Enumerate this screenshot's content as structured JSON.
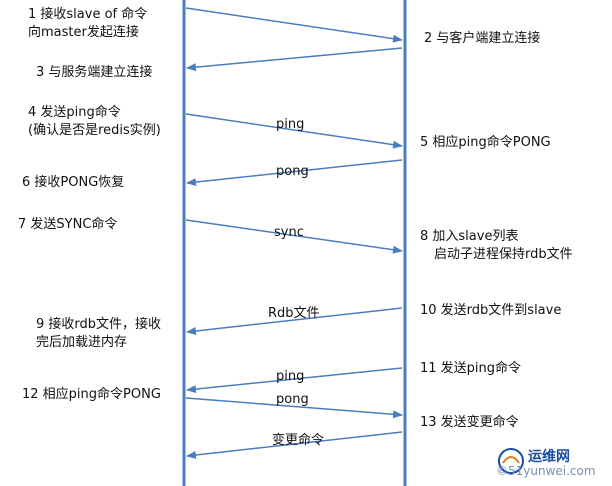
{
  "colors": {
    "lifeline": "#4a7cc0",
    "arrow": "#4a7cc0",
    "text": "#111111",
    "watermark": "#1a4fa0"
  },
  "steps": {
    "s1_line1": "1 接收slave of 命令",
    "s1_line2": "向master发起连接",
    "s2": "2 与客户端建立连接",
    "s3": "3 与服务端建立连接",
    "s4_line1": "4 发送ping命令",
    "s4_line2": "(确认是否是redis实例)",
    "s5": "5 相应ping命令PONG",
    "s6": "6 接收PONG恢复",
    "s7": "7 发送SYNC命令",
    "s8_line1": "8 加入slave列表",
    "s8_line2": "启动子进程保持rdb文件",
    "s9_line1": "9 接收rdb文件，接收",
    "s9_line2": "完后加载进内存",
    "s10": "10 发送rdb文件到slave",
    "s11": "11 发送ping命令",
    "s12": "12 相应ping命令PONG",
    "s13": "13 发送变更命令"
  },
  "messages": {
    "ping1": "ping",
    "pong1": "pong",
    "sync": "sync",
    "rdb": "Rdb文件",
    "ping2": "ping",
    "pong2": "pong",
    "change": "变更命令"
  },
  "watermark": {
    "logo_text": "运维网",
    "site_text": "©51yunwei.com"
  }
}
